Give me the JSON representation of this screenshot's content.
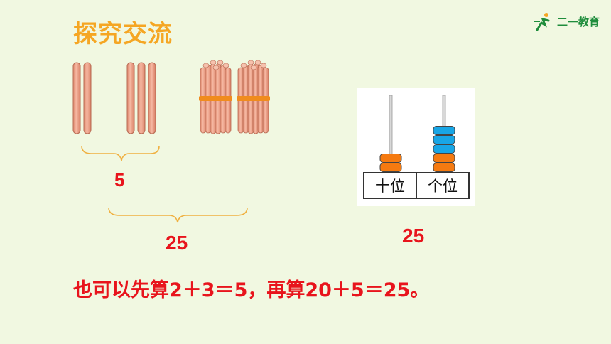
{
  "header": {
    "title": "探究交流",
    "logo_text": "二一教育"
  },
  "sticks": {
    "brace_small_label": "5",
    "brace_large_label": "25"
  },
  "abacus": {
    "tens_label": "十位",
    "ones_label": "个位",
    "tens_beads": 2,
    "ones_beads": 5,
    "value_label": "25"
  },
  "explanation": {
    "text": "也可以先算2＋3＝5，再算20＋5＝25。"
  },
  "colors": {
    "title": "#f5a623",
    "red": "#e8141c",
    "stick": "#f0a38a",
    "band": "#f08c1e",
    "tens_bead": "#f57a10",
    "ones_bead": "#18a6e6",
    "brace": "#f0b040"
  }
}
